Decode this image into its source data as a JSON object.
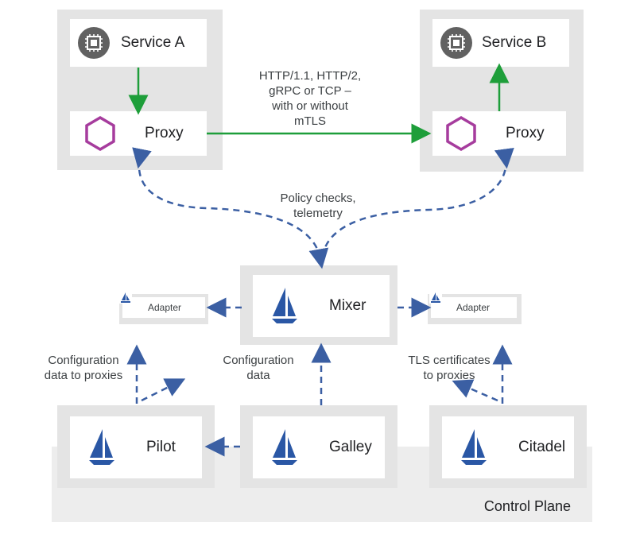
{
  "services": {
    "a": {
      "name": "Service A",
      "icon": "chip-icon"
    },
    "b": {
      "name": "Service B",
      "icon": "chip-icon"
    }
  },
  "proxy": {
    "label": "Proxy",
    "icon": "hexagon-icon"
  },
  "traffic_label": "HTTP/1.1, HTTP/2,\ngRPC or TCP –\nwith or without\nmTLS",
  "policy_label": "Policy checks,\ntelemetry",
  "mixer": {
    "label": "Mixer",
    "icon": "sailboat-icon"
  },
  "adapter": {
    "label": "Adapter",
    "icon": "sailboat-icon"
  },
  "notes": {
    "pilot_config": "Configuration\ndata to proxies",
    "galley_config": "Configuration\ndata",
    "citadel_tls": "TLS certificates\nto proxies"
  },
  "control_plane": {
    "label": "Control Plane",
    "components": [
      "Pilot",
      "Galley",
      "Citadel"
    ]
  },
  "colors": {
    "green_arrow": "#1e9e3a",
    "blue_dashed": "#3b5fa3",
    "hexagon": "#a63c9d",
    "sail": "#2a57a5",
    "chip_bg": "#616161"
  }
}
